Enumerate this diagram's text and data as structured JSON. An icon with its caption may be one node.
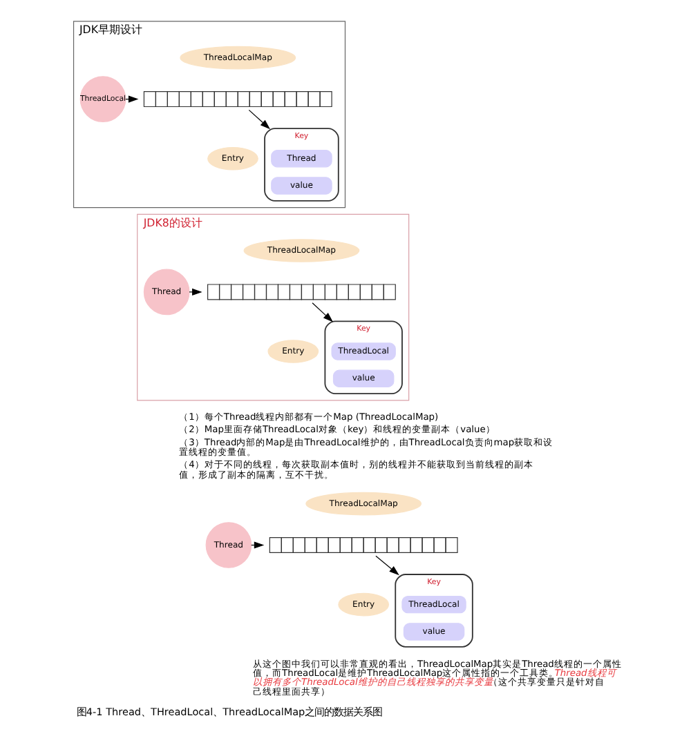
{
  "diagram": {
    "caption": "图4-1 Thread、THreadLocal、ThreadLocalMap之间的数据关系图",
    "nodes": [
      {
        "text": [
          "JDK早期设计"
        ]
      },
      {
        "text": [
          "ThreadLocalMap"
        ],
        "in": 0
      },
      {
        "text": [
          "ThreadLocal"
        ],
        "in": 0
      },
      {
        "text": [],
        "shape": "bar",
        "in": 0
      },
      {
        "text": [
          "Entry"
        ],
        "in": 0
      },
      {
        "text": [
          "Key"
        ],
        "in": 0
      },
      {
        "text": [
          "Thread"
        ],
        "in": 5
      },
      {
        "text": [
          "value"
        ],
        "in": 5
      },
      {
        "text": [
          "JDK8的设计"
        ]
      },
      {
        "text": [
          "ThreadLocalMap"
        ],
        "in": 8
      },
      {
        "text": [
          "Thread"
        ],
        "in": 8
      },
      {
        "text": [],
        "shape": "bar",
        "in": 8
      },
      {
        "text": [
          "Entry"
        ],
        "in": 8
      },
      {
        "text": [
          "Key"
        ],
        "in": 8
      },
      {
        "text": [
          "ThreadLocal"
        ],
        "in": 13
      },
      {
        "text": [
          "value"
        ],
        "in": 13
      },
      {
        "text": [
          "ThreadLocalMap"
        ]
      },
      {
        "text": [
          "Thread"
        ]
      },
      {
        "text": [],
        "shape": "bar"
      },
      {
        "text": [
          "Entry"
        ]
      },
      {
        "text": [
          "Key"
        ]
      },
      {
        "text": [
          "ThreadLocal"
        ],
        "in": 20
      },
      {
        "text": [
          "value"
        ],
        "in": 20
      }
    ],
    "edges": [
      {
        "from": 2,
        "to": 3,
        "arrow": "to"
      },
      {
        "from": 3,
        "to": 5,
        "arrow": "to"
      },
      {
        "from": 10,
        "to": 11,
        "arrow": "to"
      },
      {
        "from": 11,
        "to": 13,
        "arrow": "to"
      },
      {
        "from": 17,
        "to": 18,
        "arrow": "to"
      },
      {
        "from": 18,
        "to": 20,
        "arrow": "to"
      }
    ],
    "labels": [
      "（1）每个Thread线程内部都有一个Map (ThreadLocalMap)",
      "（2）Map里面存储ThreadLocal对象（key）和线程的变量副本（value）",
      "（3）Thread内部的Map是由ThreadLocal维护的，由ThreadLocal负责向map获取和设置线程的变量值。",
      "（4）对于不同的线程，每次获取副本值时，别的线程并不能获取到当前线程的副本值，形成了副本的隔离，互不干扰。",
      "从这个图中我们可以非常直观的看出，ThreadLocalMap其实是Thread线程的一个属性值，而ThreadLocal是维护ThreadLocalMap这个属性指的一个工具类。*Thread线程可以拥有多个ThreadLocal维护的自己线程独享的共享变量*（这个共享变量只是针对自己线程里面共享）"
    ]
  }
}
